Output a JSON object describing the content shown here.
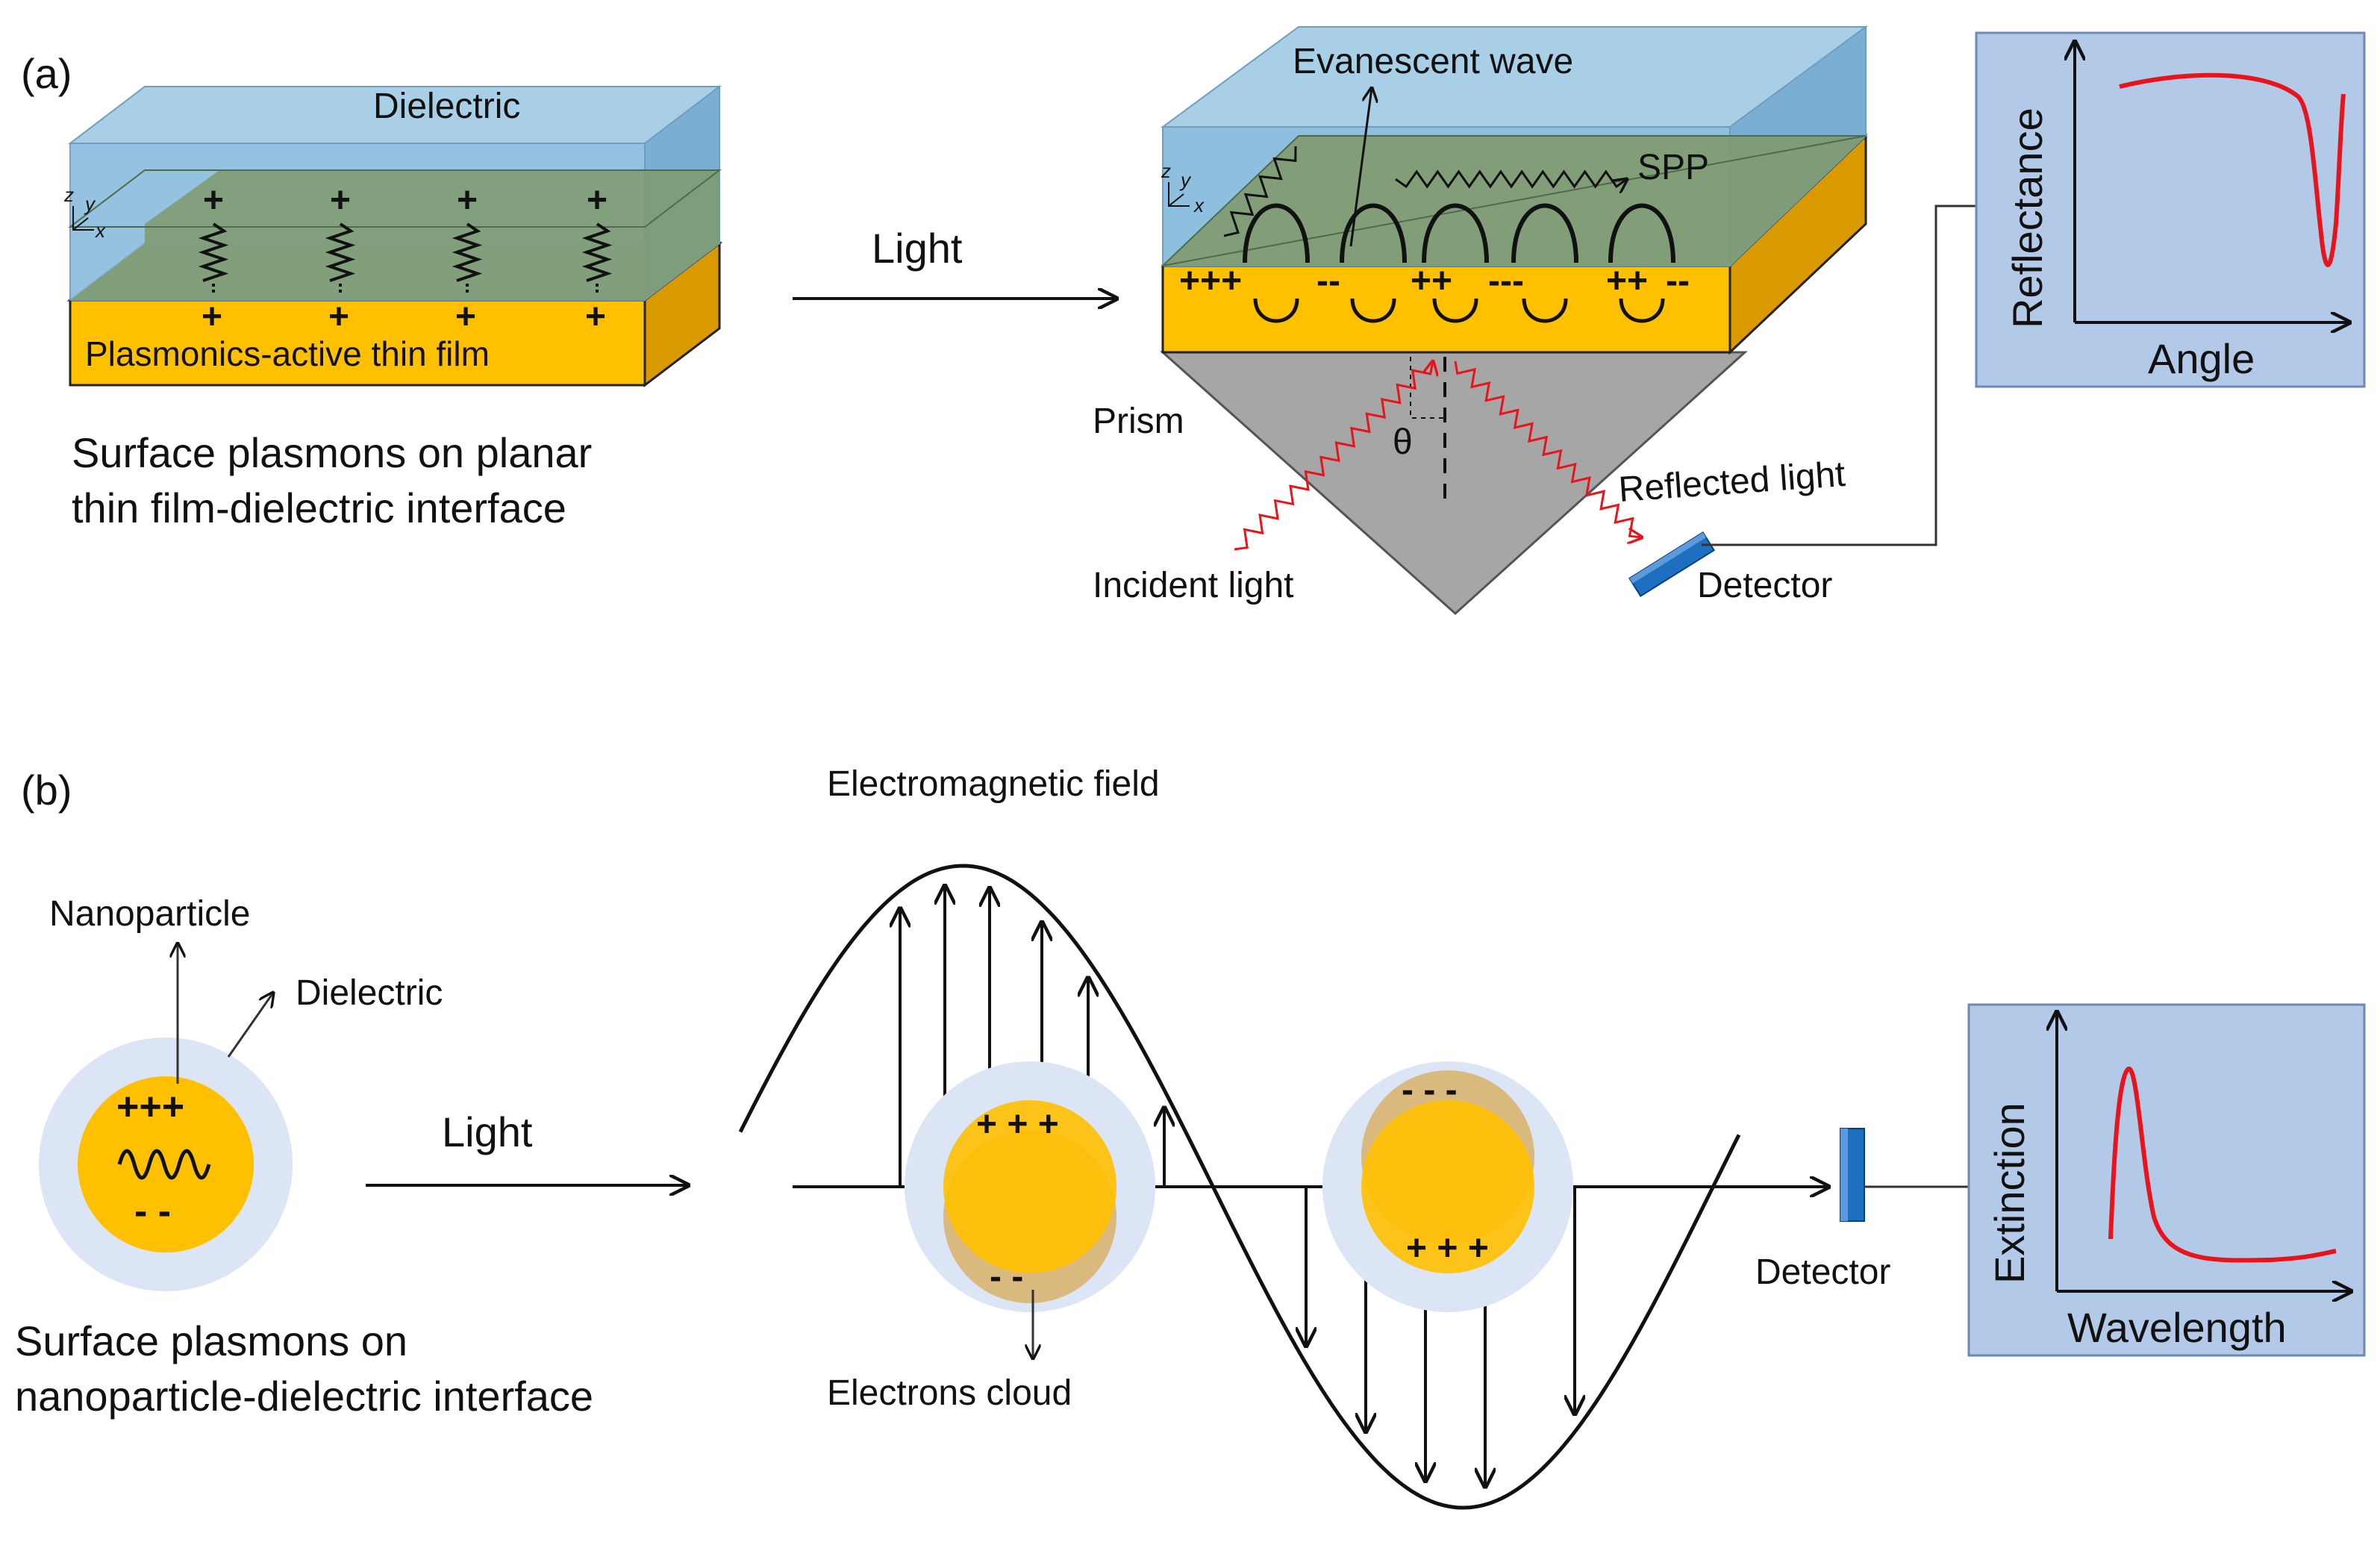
{
  "panel_a": {
    "label": "(a)",
    "film_diagram": {
      "dielectric_label": "Dielectric",
      "film_label": "Plasmonics-active thin film",
      "axes_label_z": "z",
      "axes_label_y": "y",
      "axes_label_x": "x",
      "plus_sign": "+",
      "caption_line1": "Surface plasmons on planar",
      "caption_line2": "thin film-dielectric interface"
    },
    "light_label": "Light",
    "kretschmann": {
      "evanescent_label": "Evanescent wave",
      "spp_label": "SPP",
      "axes_label_z": "z",
      "axes_label_y": "y",
      "axes_label_x": "x",
      "prism_label": "Prism",
      "theta_label": "θ",
      "incident_label": "Incident light",
      "reflected_label": "Reflected light",
      "detector_label": "Detector",
      "charges": [
        "+++",
        "--",
        "++",
        "---",
        "++",
        "--"
      ]
    },
    "graph": {
      "y_label": "Reflectance",
      "x_label": "Angle",
      "bg_color": "#b3c9e8",
      "curve_color": "#e8141b"
    }
  },
  "panel_b": {
    "label": "(b)",
    "particle": {
      "nanoparticle_label": "Nanoparticle",
      "dielectric_label": "Dielectric",
      "plus_signs": "+++",
      "minus_signs": "- -",
      "caption_line1": "Surface plasmons on",
      "caption_line2": "nanoparticle-dielectric interface"
    },
    "light_label": "Light",
    "wave": {
      "em_field_label": "Electromagnetic  field",
      "electrons_label": "Electrons cloud",
      "p1_plus": "+ + +",
      "p1_minus": "- -",
      "p2_minus": "- - -",
      "p2_plus": "+ + +"
    },
    "detector_label": "Detector",
    "graph": {
      "y_label": "Extinction",
      "x_label": "Wavelength",
      "bg_color": "#b3c9e8",
      "curve_color": "#e8141b"
    }
  },
  "colors": {
    "dielectric_blue": "#8fbfdf",
    "film_gold": "#ffc000",
    "overlap_green": "#7f9a6b",
    "prism_gray": "#a6a6a6",
    "halo_blue": "#dbe5f5",
    "detector_blue": "#1f6fc0"
  }
}
